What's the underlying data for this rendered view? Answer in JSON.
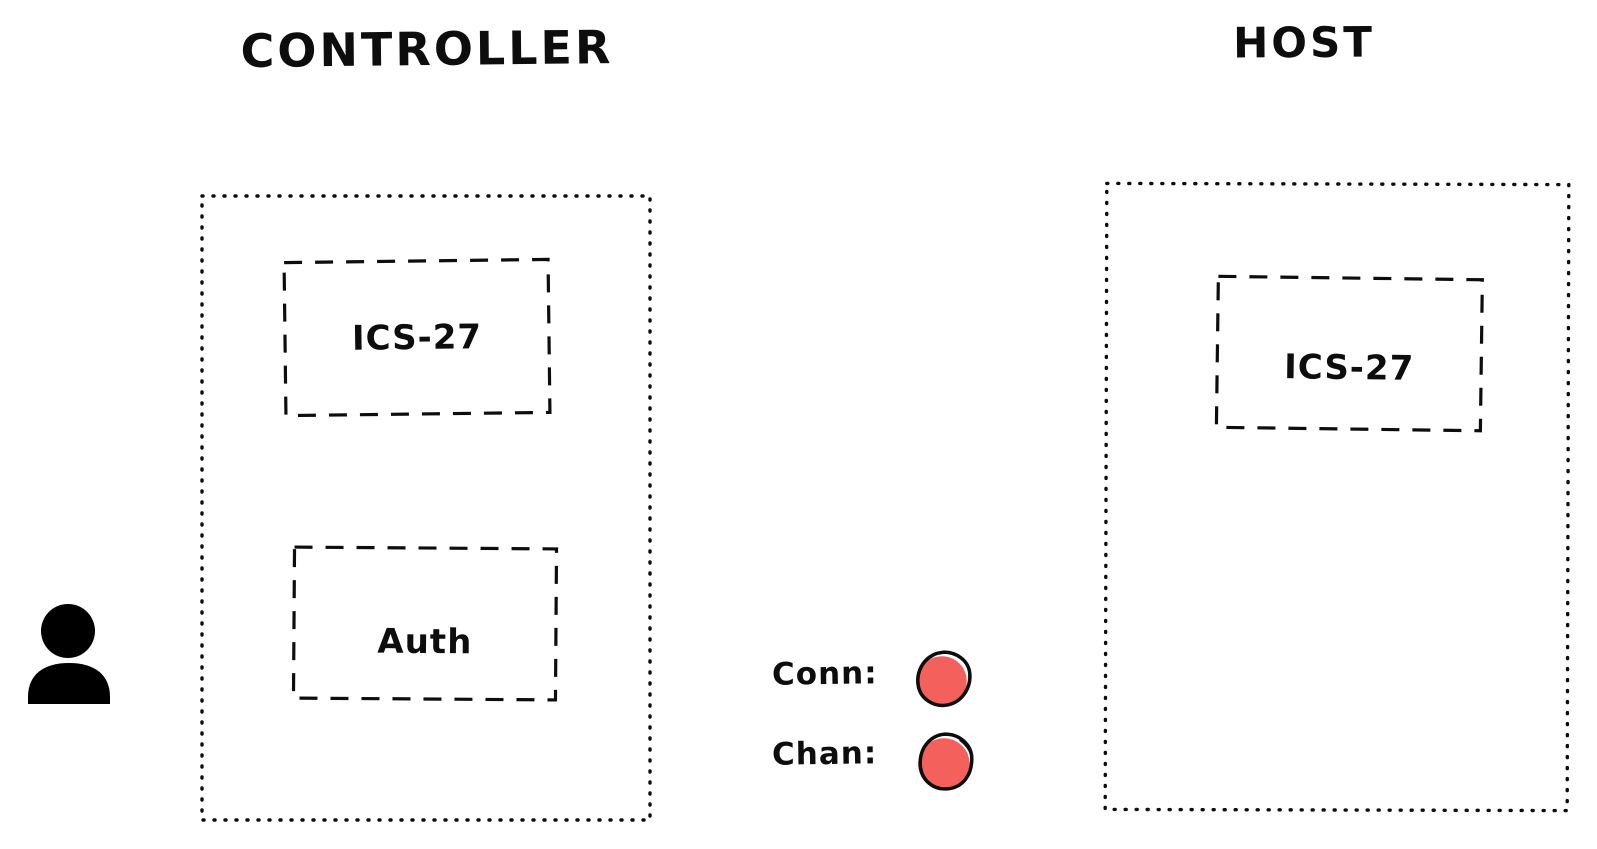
{
  "diagram": {
    "controller": {
      "title": "CONTROLLER",
      "modules": [
        {
          "label": "ICS-27"
        },
        {
          "label": "Auth"
        }
      ]
    },
    "host": {
      "title": "HOST",
      "modules": [
        {
          "label": "ICS-27"
        }
      ]
    },
    "status": {
      "items": [
        {
          "label": "Conn:",
          "state_color": "#f4605c"
        },
        {
          "label": "Chan:",
          "state_color": "#f4605c"
        }
      ]
    },
    "icons": {
      "user": "user-silhouette",
      "conn_indicator": "red-filled-circle",
      "chan_indicator": "red-filled-circle"
    },
    "colors": {
      "ink": "#0d0d0d",
      "status_red": "#f4605c",
      "background": "#ffffff"
    }
  }
}
